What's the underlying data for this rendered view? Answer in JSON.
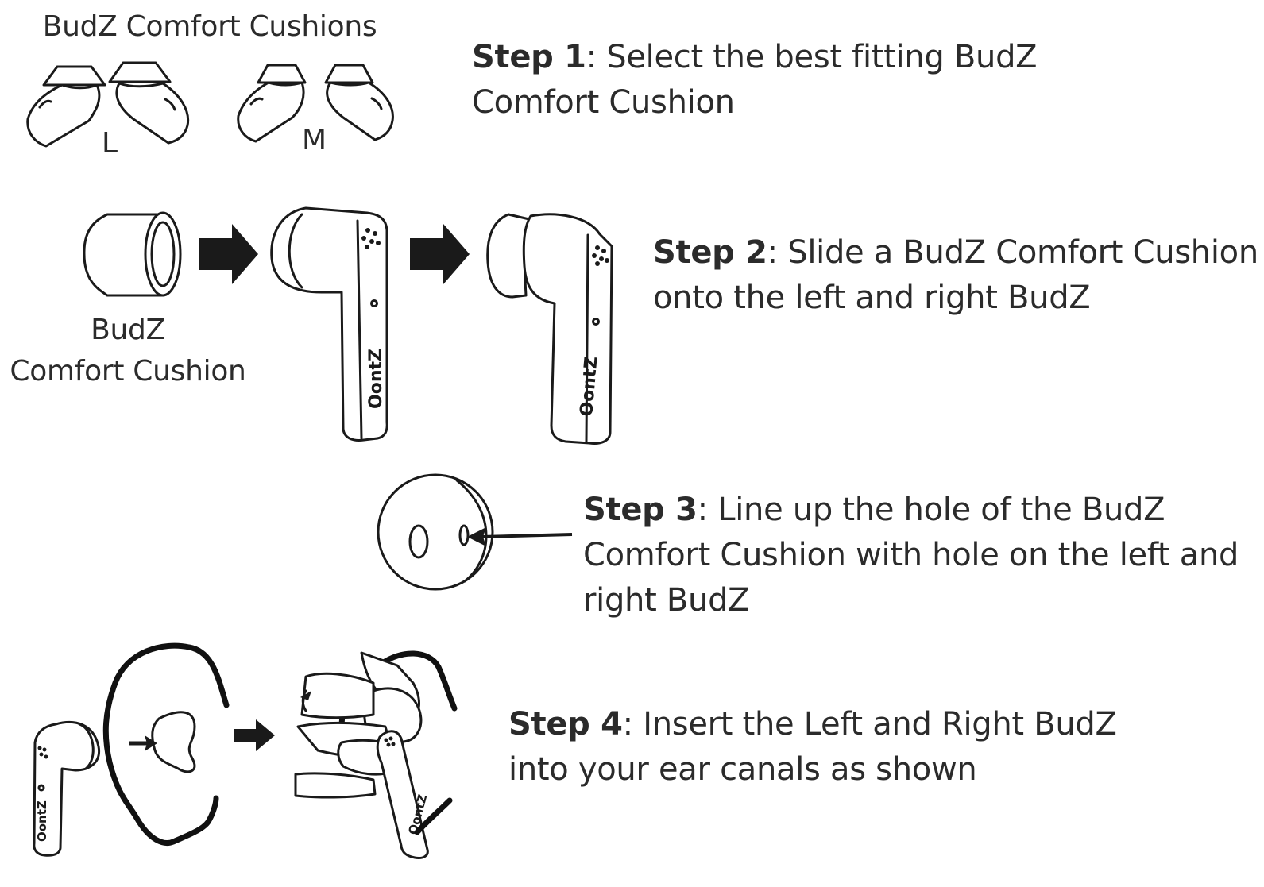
{
  "cushions_caption": "BudZ Comfort Cushions",
  "size_large": "L",
  "size_medium": "M",
  "cushion_caption_line1": "BudZ",
  "cushion_caption_line2": "Comfort Cushion",
  "brand_logo": "OontZ",
  "steps": [
    {
      "label": "Step 1",
      "text_line1": ": Select the best fitting BudZ",
      "text_line2": "Comfort Cushion"
    },
    {
      "label": "Step 2",
      "text_line1": ": Slide a BudZ Comfort Cushion",
      "text_line2": "onto the left and right BudZ"
    },
    {
      "label": "Step 3",
      "text_line1": ": Line up the hole of the BudZ",
      "text_line2": "Comfort Cushion with hole on the left and",
      "text_line3": "right BudZ"
    },
    {
      "label": "Step 4",
      "text_line1": ": Insert the Left and Right BudZ",
      "text_line2": "into your ear canals as shown"
    }
  ]
}
